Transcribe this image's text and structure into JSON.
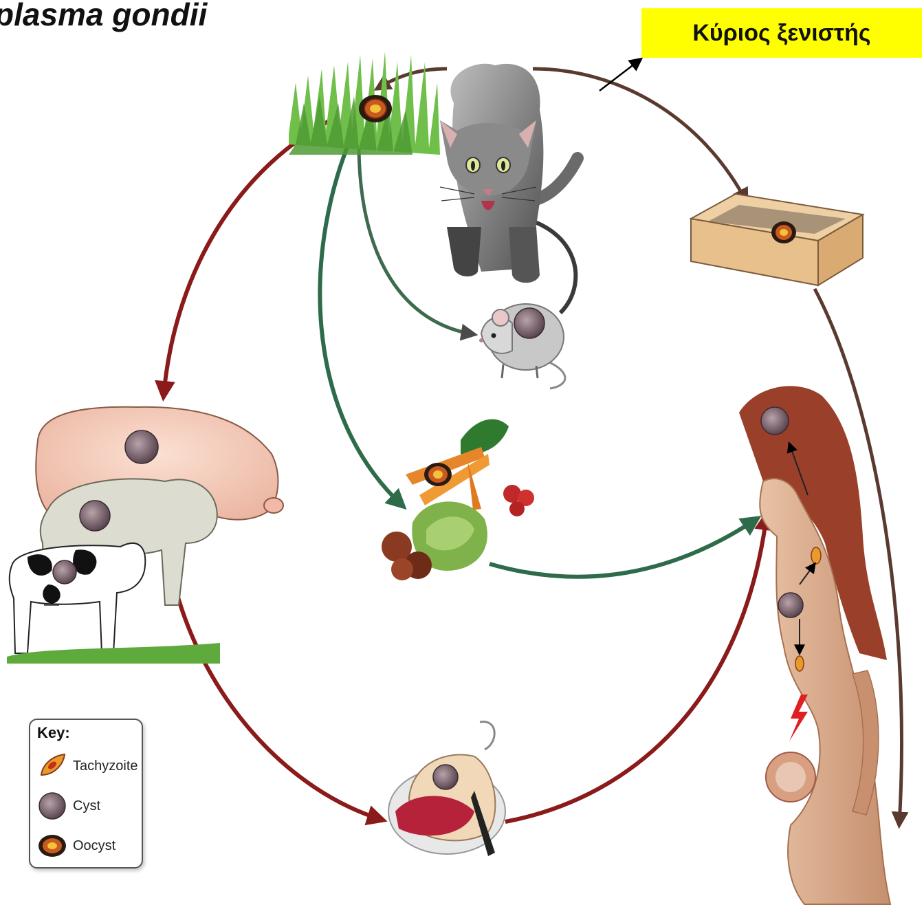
{
  "title": "plasma gondii",
  "host_label": "Κύριος ξενιστής",
  "colors": {
    "label_bg": "#ffff00",
    "meat_route": "#8b1a1a",
    "soil_route": "#2e6b4a",
    "cat_route": "#5a3a2e",
    "mouse_route": "#4a4a4a"
  },
  "legend": {
    "title": "Key:",
    "items": [
      {
        "label": "Tachyzoite",
        "icon": "tachyzoite-icon"
      },
      {
        "label": "Cyst",
        "icon": "cyst-icon"
      },
      {
        "label": "Oocyst",
        "icon": "oocyst-icon"
      }
    ]
  }
}
